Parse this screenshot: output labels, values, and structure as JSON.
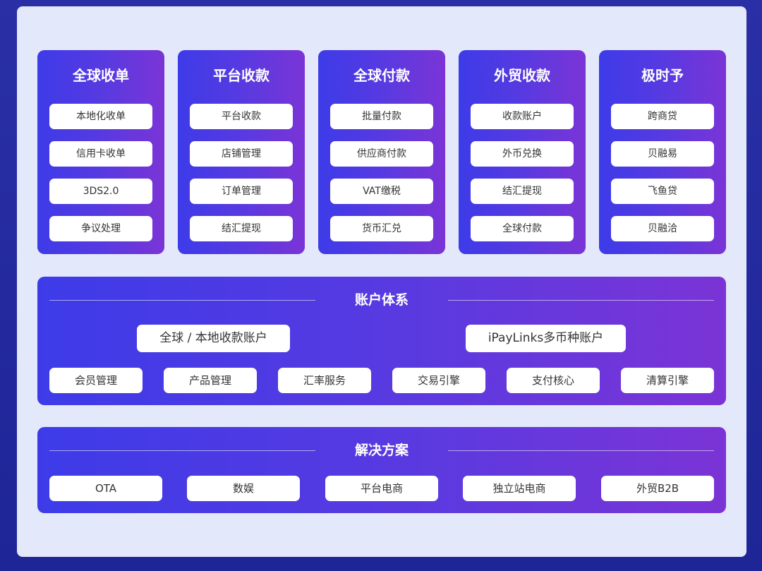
{
  "products": [
    {
      "title": "全球收单",
      "items": [
        "本地化收单",
        "信用卡收单",
        "3DS2.0",
        "争议处理"
      ]
    },
    {
      "title": "平台收款",
      "items": [
        "平台收款",
        "店铺管理",
        "订单管理",
        "结汇提现"
      ]
    },
    {
      "title": "全球付款",
      "items": [
        "批量付款",
        "供应商付款",
        "VAT缴税",
        "货币汇兑"
      ]
    },
    {
      "title": "外贸收款",
      "items": [
        "收款账户",
        "外币兑换",
        "结汇提现",
        "全球付款"
      ]
    },
    {
      "title": "极时予",
      "items": [
        "跨商贷",
        "贝融易",
        "飞鱼贷",
        "贝融洽"
      ]
    }
  ],
  "account_system": {
    "title": "账户体系",
    "accounts": [
      "全球 / 本地收款账户",
      "iPayLinks多币种账户"
    ],
    "modules": [
      "会员管理",
      "产品管理",
      "汇率服务",
      "交易引擎",
      "支付核心",
      "清算引擎"
    ]
  },
  "solutions": {
    "title": "解决方案",
    "items": [
      "OTA",
      "数娱",
      "平台电商",
      "独立站电商",
      "外贸B2B"
    ]
  }
}
